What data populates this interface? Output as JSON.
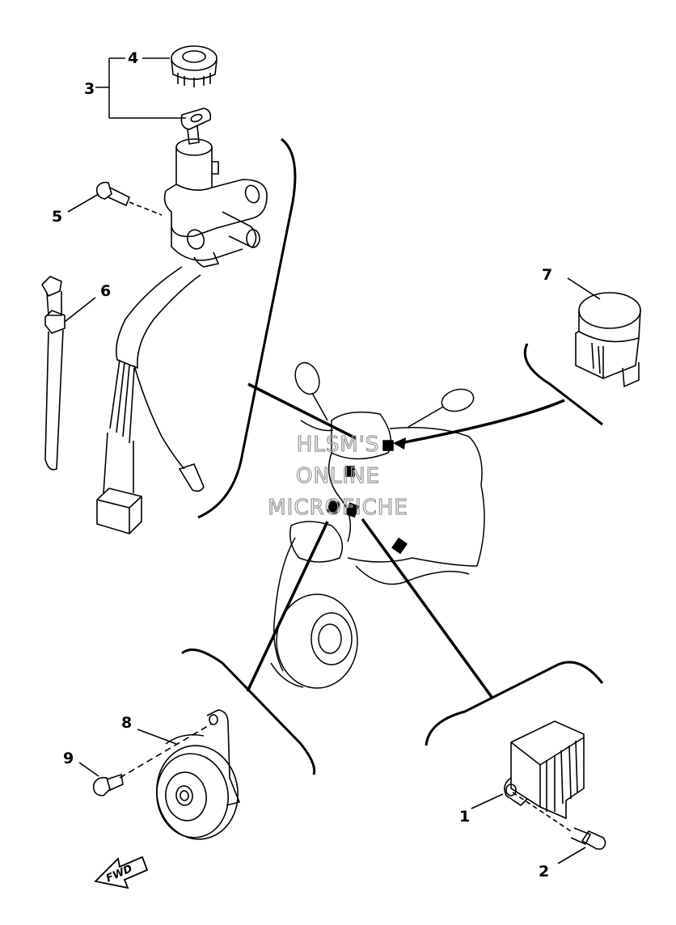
{
  "diagram": {
    "callouts": [
      {
        "id": "1",
        "label": "1"
      },
      {
        "id": "2",
        "label": "2"
      },
      {
        "id": "3",
        "label": "3"
      },
      {
        "id": "4",
        "label": "4"
      },
      {
        "id": "5",
        "label": "5"
      },
      {
        "id": "6",
        "label": "6"
      },
      {
        "id": "7",
        "label": "7"
      },
      {
        "id": "8",
        "label": "8"
      },
      {
        "id": "9",
        "label": "9"
      }
    ],
    "watermark": {
      "line1": "HLSM'S",
      "line2": "ONLINE",
      "line3": "MICROFICHE"
    },
    "direction_arrow": {
      "label": "FWD",
      "icon": "fwd-arrow-icon"
    }
  },
  "colors": {
    "line": "#000000",
    "watermark": "#9a9a9a",
    "background": "#ffffff"
  }
}
